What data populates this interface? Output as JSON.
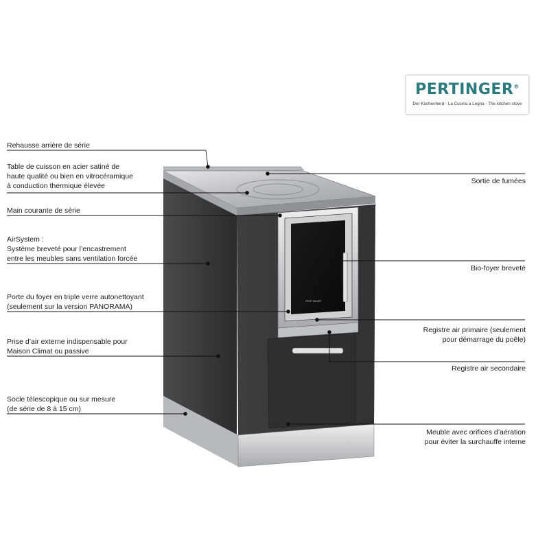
{
  "brand": {
    "name": "PERTINGER",
    "registered": "®",
    "tagline": "Der Küchenherd - La Cucina a Legna - The kitchen stove",
    "color": "#2b7a7d"
  },
  "labels_left": [
    {
      "id": "rehausse",
      "text": "Rehausse arrière de série"
    },
    {
      "id": "table-cuisson",
      "text": "Table de cuisson en acier satiné de\nhaute qualité ou bien en vitrocéramique\nà conduction thermique élevée"
    },
    {
      "id": "main-courante",
      "text": "Main courante de série"
    },
    {
      "id": "airsystem",
      "text": "AirSystem :\nSystème breveté pour l’encastrement\nentre les meubles sans ventilation forcée"
    },
    {
      "id": "porte-foyer",
      "text": "Porte du foyer en triple verre autonettoyant\n(seulement sur la version PANORAMA)"
    },
    {
      "id": "prise-air",
      "text": "Prise d’air externe indispensable pour\nMaison Climat ou passive"
    },
    {
      "id": "socle",
      "text": "Socle télescopique ou sur mesure\n(de série de 8 à 15 cm)"
    }
  ],
  "labels_right": [
    {
      "id": "sortie-fumees",
      "text": "Sortie de fumées"
    },
    {
      "id": "bio-foyer",
      "text": "Bio-foyer breveté"
    },
    {
      "id": "registre-primaire",
      "text": "Registre air primaire (seulement\npour démarrage du poêle)"
    },
    {
      "id": "registre-secondaire",
      "text": "Registre air secondaire"
    },
    {
      "id": "meuble",
      "text": "Meuble avec orifices d’aération\npour éviter la surchauffe interne"
    }
  ],
  "door_badge": "PERTINGER",
  "colors": {
    "body_dark": "#3a3b3d",
    "body_side": "#2a2b2d",
    "steel": "#c9cbcd",
    "line": "#111111"
  }
}
